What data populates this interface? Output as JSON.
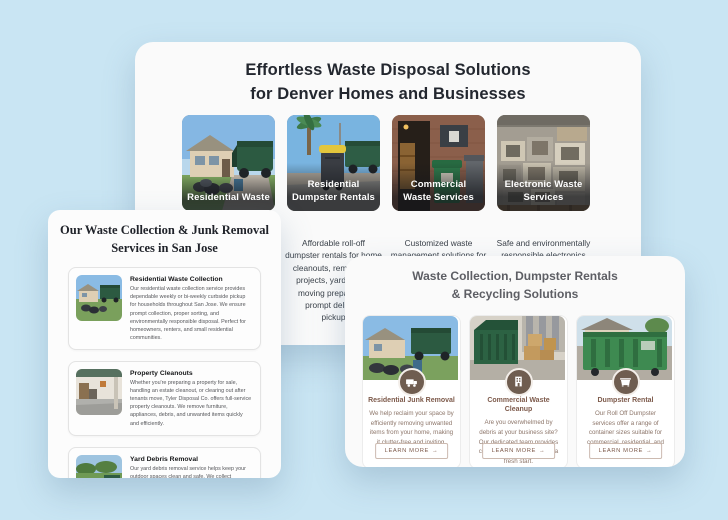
{
  "colors": {
    "background": "#c9e5f3",
    "panel": "#fafafa",
    "accent_brown": "#7d5a4b",
    "heading_dark": "#23272f",
    "bottom_heading_gray": "#5d5e64"
  },
  "top_panel": {
    "title": "Effortless Waste Disposal Solutions\nfor Denver Homes and Businesses",
    "cards": [
      {
        "caption": "Residential Waste",
        "photo": "garbage-truck-at-house",
        "description": ""
      },
      {
        "caption": "Residential\nDumpster Rentals",
        "photo": "curbside-bin-street",
        "description": "Affordable roll-off\ndumpster rentals for home\ncleanouts, remodeling\nprojects, yard debris\nmoving preparation\nprompt delivery\npickup"
      },
      {
        "caption": "Commercial\nWaste Services",
        "photo": "commercial-bins-brick-wall",
        "description": "Customized waste\nmanagement solutions for\nDenver businesses"
      },
      {
        "caption": "Electronic Waste\nServices",
        "photo": "stacked-crt-monitors",
        "description": "Safe and environmentally\nresponsible electronics\nrecycling for computers"
      }
    ]
  },
  "left_panel": {
    "title": "Our Waste Collection & Junk Removal\nServices in San Jose",
    "items": [
      {
        "title": "Residential Waste Collection",
        "description": "Our residential waste collection service provides dependable weekly or bi-weekly curbside pickup for households throughout San Jose. We ensure prompt collection, proper sorting, and environmentally responsible disposal. Perfect for homeowners, renters, and small residential communities."
      },
      {
        "title": "Property Cleanouts",
        "description": "Whether you're preparing a property for sale, handling an estate cleanout, or clearing out after tenants move, Tyler Disposal Co. offers full-service property cleanouts. We remove furniture, appliances, debris, and unwanted items quickly and efficiently."
      },
      {
        "title": "Yard Debris Removal",
        "description": "Our yard debris removal service helps keep your outdoor spaces clean and safe. We collect branches, grass clippings, tree trimmings, dirt, fencing, and other landscaping debris. Ideal after storms, renovations, or landscaping projects."
      }
    ]
  },
  "bottom_panel": {
    "title": "Waste Collection, Dumpster Rentals\n& Recycling Solutions",
    "items": [
      {
        "title": "Residential Junk Removal",
        "icon": "garbage-truck",
        "description": "We help reclaim your space by efficiently removing unwanted items from your home, making it clutter-free and inviting.",
        "button": "LEARN MORE",
        "arrow": "→"
      },
      {
        "title": "Commercial Waste\nCleanup",
        "icon": "building",
        "description": "Are you overwhelmed by debris at your business site? Our dedicated team provides comprehensive cleanup for a fresh start.",
        "button": "LEARN MORE",
        "arrow": "→"
      },
      {
        "title": "Dumpster Rental",
        "icon": "dumpster",
        "description": "Our Roll Off Dumpster services offer a range of container sizes suitable for commercial, residential, and construction needs.",
        "button": "LEARN MORE",
        "arrow": "→"
      }
    ]
  }
}
